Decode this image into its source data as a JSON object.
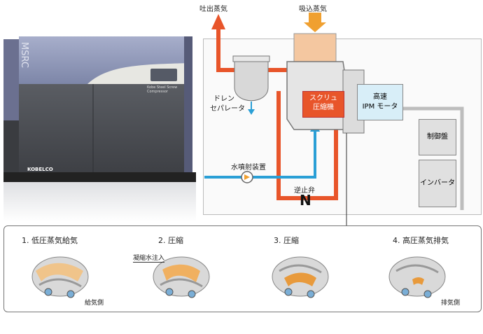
{
  "machine": {
    "model_text": "MSRC",
    "brand_text": "KOBELCO",
    "panel_text": "Kobe Steel Screw Compressor"
  },
  "flow": {
    "discharge_label": "吐出蒸気",
    "suction_label": "吸込蒸気",
    "drain_separator_label_line1": "ドレン",
    "drain_separator_label_line2": "セパレータ",
    "water_injection_label": "水噴射装置",
    "check_valve_label": "逆止弁",
    "check_valve_symbol": "N",
    "compressor_label_line1": "スクリュ",
    "compressor_label_line2": "圧縮機",
    "motor_label_line1": "高速",
    "motor_label_line2": "IPM モータ",
    "control_panel_label": "制御盤",
    "inverter_label": "インバータ"
  },
  "steps": [
    {
      "title": "1. 低圧蒸気給気",
      "note": "給気側"
    },
    {
      "title": "2. 圧縮",
      "note": "凝縮水注入"
    },
    {
      "title": "3. 圧縮",
      "note": ""
    },
    {
      "title": "4. 高圧蒸気排気",
      "note": "排気側"
    }
  ],
  "colors": {
    "steam_pipe": "#e8552a",
    "water_pipe": "#2a9fd6",
    "suction_arrow": "#f0a030",
    "motor_box": "#d8eef8",
    "step_arrow": "#1f6fb5",
    "cabinet_top": "#8e97b8",
    "cabinet_body": "#4a4d52"
  }
}
